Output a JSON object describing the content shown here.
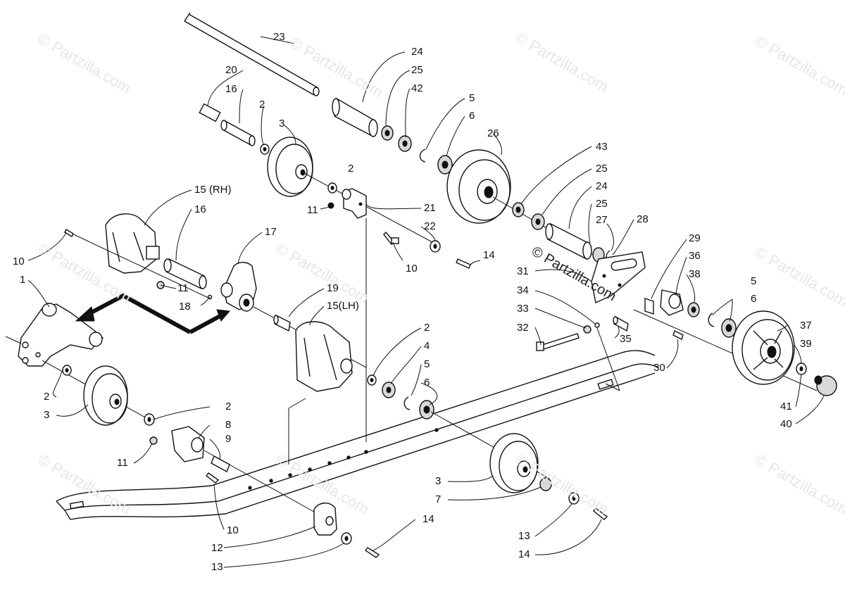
{
  "watermark": "© Partzilla.com",
  "watermark_main": "© Partzilla.com",
  "callouts": [
    {
      "id": "c23",
      "text": "23"
    },
    {
      "id": "c24a",
      "text": "24"
    },
    {
      "id": "c25a",
      "text": "25"
    },
    {
      "id": "c42",
      "text": "42"
    },
    {
      "id": "c20",
      "text": "20"
    },
    {
      "id": "c16a",
      "text": "16"
    },
    {
      "id": "c2a",
      "text": "2"
    },
    {
      "id": "c3a",
      "text": "3"
    },
    {
      "id": "c5a",
      "text": "5"
    },
    {
      "id": "c6a",
      "text": "6"
    },
    {
      "id": "c26",
      "text": "26"
    },
    {
      "id": "c2b",
      "text": "2"
    },
    {
      "id": "c43",
      "text": "43"
    },
    {
      "id": "c25b",
      "text": "25"
    },
    {
      "id": "c24b",
      "text": "24"
    },
    {
      "id": "c25c",
      "text": "25"
    },
    {
      "id": "c27",
      "text": "27"
    },
    {
      "id": "c21",
      "text": "21"
    },
    {
      "id": "c22",
      "text": "22"
    },
    {
      "id": "c11a",
      "text": "11"
    },
    {
      "id": "c15rh",
      "text": "15 (RH)"
    },
    {
      "id": "c16b",
      "text": "16"
    },
    {
      "id": "c17",
      "text": "17"
    },
    {
      "id": "c10a",
      "text": "10"
    },
    {
      "id": "c10b",
      "text": "10"
    },
    {
      "id": "c14a",
      "text": "14"
    },
    {
      "id": "c28",
      "text": "28"
    },
    {
      "id": "c29",
      "text": "29"
    },
    {
      "id": "c36",
      "text": "36"
    },
    {
      "id": "c38",
      "text": "38"
    },
    {
      "id": "c31",
      "text": "31"
    },
    {
      "id": "c34",
      "text": "34"
    },
    {
      "id": "c33",
      "text": "33"
    },
    {
      "id": "c32",
      "text": "32"
    },
    {
      "id": "c35",
      "text": "35"
    },
    {
      "id": "c5b",
      "text": "5"
    },
    {
      "id": "c6b",
      "text": "6"
    },
    {
      "id": "c37",
      "text": "37"
    },
    {
      "id": "c39",
      "text": "39"
    },
    {
      "id": "c30",
      "text": "30"
    },
    {
      "id": "c41",
      "text": "41"
    },
    {
      "id": "c40",
      "text": "40"
    },
    {
      "id": "c1",
      "text": "1"
    },
    {
      "id": "c11b",
      "text": "11"
    },
    {
      "id": "c18",
      "text": "18"
    },
    {
      "id": "c19",
      "text": "19"
    },
    {
      "id": "c15lh",
      "text": "15(LH)"
    },
    {
      "id": "c2c",
      "text": "2"
    },
    {
      "id": "c4",
      "text": "4"
    },
    {
      "id": "c5c",
      "text": "5"
    },
    {
      "id": "c6c",
      "text": "6"
    },
    {
      "id": "c2d",
      "text": "2"
    },
    {
      "id": "c3b",
      "text": "3"
    },
    {
      "id": "c2e",
      "text": "2"
    },
    {
      "id": "c8",
      "text": "8"
    },
    {
      "id": "c9",
      "text": "9"
    },
    {
      "id": "c11c",
      "text": "11"
    },
    {
      "id": "c10c",
      "text": "10"
    },
    {
      "id": "c12",
      "text": "12"
    },
    {
      "id": "c13a",
      "text": "13"
    },
    {
      "id": "c14b",
      "text": "14"
    },
    {
      "id": "c3c",
      "text": "3"
    },
    {
      "id": "c7",
      "text": "7"
    },
    {
      "id": "c13b",
      "text": "13"
    },
    {
      "id": "c14c",
      "text": "14"
    }
  ]
}
